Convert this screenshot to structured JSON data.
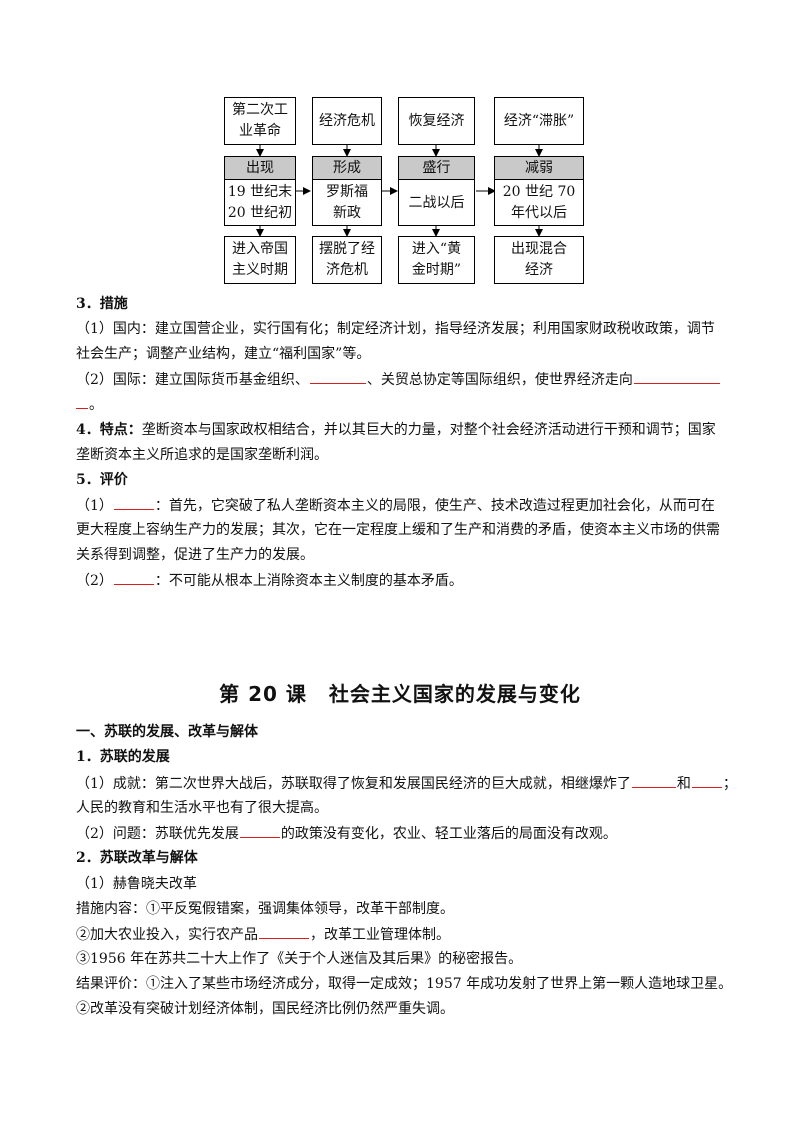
{
  "flowchart": {
    "causes": [
      [
        "第二次工",
        "业革命"
      ],
      [
        "经济危机"
      ],
      [
        "恢复经济"
      ],
      [
        "经济“滞胀”"
      ]
    ],
    "stages": [
      {
        "head": "出现",
        "body": [
          "19 世纪末",
          "20 世纪初"
        ]
      },
      {
        "head": "形成",
        "body": [
          "罗斯福",
          "新政"
        ]
      },
      {
        "head": "盛行",
        "body": [
          "二战以后"
        ]
      },
      {
        "head": "减弱",
        "body": [
          "20 世纪 70",
          "年代以后"
        ]
      }
    ],
    "results": [
      [
        "进入帝国",
        "主义时期"
      ],
      [
        "摆脱了经",
        "济危机"
      ],
      [
        "进入“黄",
        "金时期”"
      ],
      [
        "出现混合",
        "经济"
      ]
    ]
  },
  "sections": {
    "measures_title": "3．措施",
    "measures_1": "（1）国内：建立国营企业，实行国有化；制定经济计划，指导经济发展；利用国家财政税收政策，调节",
    "measures_1b": "社会生产；调整产业结构，建立“福利国家”等。",
    "measures_2a": "（2）国际：建立国际货币基金组织、",
    "measures_2b": "、关贸总协定等国际组织，使世界经济走向",
    "measures_2c": "。",
    "features_label": "4．特点：",
    "features_text": "垄断资本与国家政权相结合，并以其巨大的力量，对整个社会经济活动进行干预和调节；国家",
    "features_text2": "垄断资本主义所追求的是国家垄断利润。",
    "eval_title": "5．评价",
    "eval_1a": "（1）",
    "eval_1b": "：首先，它突破了私人垄断资本主义的局限，使生产、技术改造过程更加社会化，从而可在",
    "eval_1c": "更大程度上容纳生产力的发展；其次，它在一定程度上缓和了生产和消费的矛盾，使资本主义市场的供需",
    "eval_1d": "关系得到调整，促进了生产力的发展。",
    "eval_2a": "（2）",
    "eval_2b": "：不可能从根本上消除资本主义制度的基本矛盾。"
  },
  "lesson": {
    "number": "第 20 课",
    "title": "社会主义国家的发展与变化"
  },
  "part1": {
    "heading": "一、苏联的发展、改革与解体",
    "sub1": "1．苏联的发展",
    "p1a": "（1）成就：第二次世界大战后，苏联取得了恢复和发展国民经济的巨大成就，相继爆炸了",
    "p1b": "和",
    "p1c": "；",
    "p1d": "人民的教育和生活水平也有了很大提高。",
    "p2a": "（2）问题：苏联优先发展",
    "p2b": "的政策没有变化，农业、轻工业落后的局面没有改观。",
    "sub2": "2．苏联改革与解体",
    "k1": "（1）赫鲁晓夫改革",
    "k2": "措施内容：①平反冤假错案，强调集体领导，改革干部制度。",
    "k3a": "②加大农业投入，实行农产品",
    "k3b": "，改革工业管理体制。",
    "k4": "③1956 年在苏共二十大上作了《关于个人迷信及其后果》的秘密报告。",
    "k5": "结果评价：①注入了某些市场经济成分，取得一定成效；1957 年成功发射了世界上第一颗人造地球卫星。",
    "k6": "②改革没有突破计划经济体制，国民经济比例仍然严重失调。"
  }
}
